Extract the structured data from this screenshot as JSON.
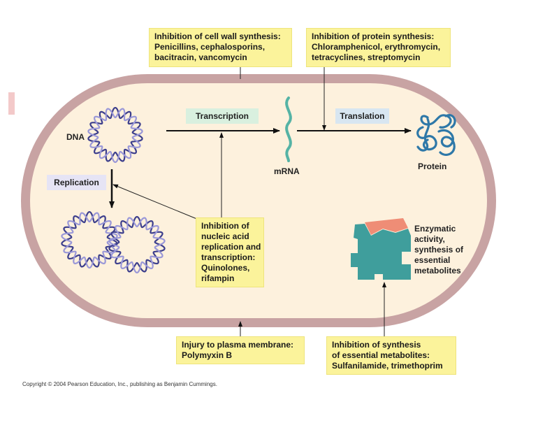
{
  "diagram": {
    "boxes": {
      "cell_wall": {
        "title": "Inhibition of cell wall synthesis:",
        "lines": [
          "Penicillins, cephalosporins,",
          "bacitracin, vancomycin"
        ]
      },
      "protein": {
        "title": "Inhibition of protein synthesis:",
        "lines": [
          "Chloramphenicol, erythromycin,",
          "tetracyclines, streptomycin"
        ]
      },
      "nucleic": {
        "lines": [
          "Inhibition of",
          "nucleic acid",
          "replication and",
          "transcription:",
          "Quinolones,",
          "rifampin"
        ]
      },
      "membrane": {
        "title": "Injury to plasma membrane:",
        "lines": [
          "Polymyxin B"
        ]
      },
      "metabolites": {
        "title": "Inhibition of synthesis",
        "lines": [
          "of essential metabolites:",
          "Sulfanilamide, trimethoprim"
        ]
      }
    },
    "processes": {
      "transcription": "Transcription",
      "translation": "Translation",
      "replication": "Replication"
    },
    "labels": {
      "dna": "DNA",
      "mrna": "mRNA",
      "protein": "Protein",
      "enzymatic": [
        "Enzymatic",
        "activity,",
        "synthesis of",
        "essential",
        "metabolites"
      ]
    },
    "copyright": "Copyright © 2004 Pearson Education, Inc., publishing as Benjamin Cummings.",
    "colors": {
      "cell_wall": "#c8a3a3",
      "cytoplasm": "#fdf1dd",
      "dna_strand_a": "#3c3e8c",
      "dna_strand_b": "#9a98d8",
      "mrna": "#55b3a5",
      "protein": "#2e78a8",
      "enzyme": "#3f9e9c",
      "substrate": "#ef8d76",
      "note_box": "#fbf39b",
      "transcription_tag": "#d9f0df",
      "translation_tag": "#d8e6f1",
      "replication_tag": "#e6e4f5"
    }
  }
}
